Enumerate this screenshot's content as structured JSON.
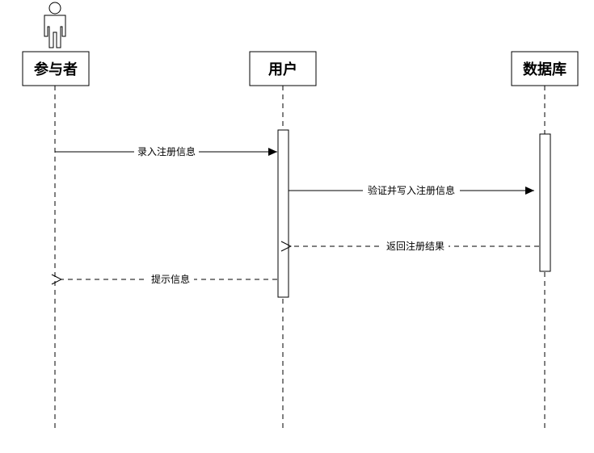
{
  "diagram": {
    "type": "sequence",
    "participants": [
      {
        "id": "actor",
        "label": "参与者",
        "kind": "actor"
      },
      {
        "id": "user",
        "label": "用户",
        "kind": "object"
      },
      {
        "id": "db",
        "label": "数据库",
        "kind": "object"
      }
    ],
    "messages": [
      {
        "from": "actor",
        "to": "user",
        "label": "录入注册信息",
        "style": "solid"
      },
      {
        "from": "user",
        "to": "db",
        "label": "验证并写入注册信息",
        "style": "solid"
      },
      {
        "from": "db",
        "to": "user",
        "label": "返回注册结果",
        "style": "dashed"
      },
      {
        "from": "user",
        "to": "actor",
        "label": "提示信息",
        "style": "dashed"
      }
    ]
  }
}
